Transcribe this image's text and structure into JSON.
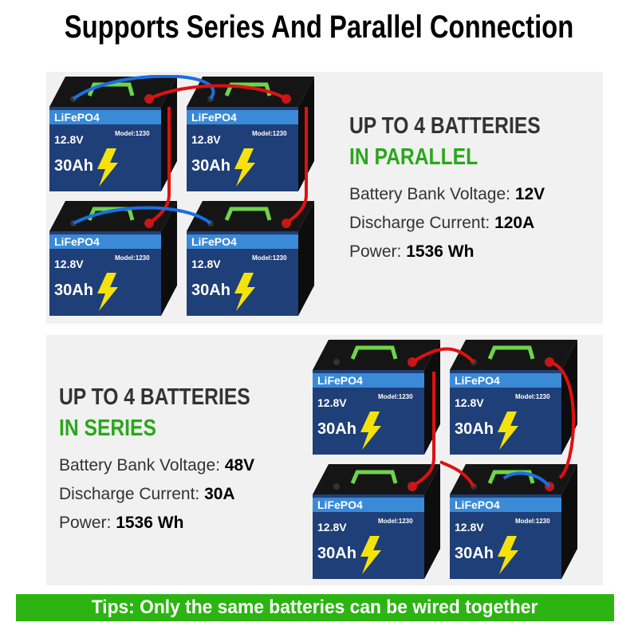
{
  "title": "Supports Series And Parallel Connection",
  "battery_label": {
    "chemistry": "LiFePO4",
    "voltage": "12.8V",
    "capacity": "30Ah",
    "model": "Model:1230"
  },
  "parallel": {
    "heading1": "UP TO 4 BATTERIES",
    "heading2": "IN PARALLEL",
    "voltage_label": "Battery Bank Voltage:",
    "voltage": "12V",
    "current_label": "Discharge Current:",
    "current": "120A",
    "power_label": "Power:",
    "power": "1536 Wh"
  },
  "series": {
    "heading1": "UP TO 4 BATTERIES",
    "heading2": "IN SERIES",
    "voltage_label": "Battery Bank Voltage:",
    "voltage": "48V",
    "current_label": "Discharge Current:",
    "current": "30A",
    "power_label": "Power:",
    "power": "1536 Wh"
  },
  "tips": "Tips: Only the same batteries can be wired together",
  "colors": {
    "accent_green": "#2cb412",
    "heading_green": "#2aa71c",
    "cable_red": "#e01010",
    "cable_blue": "#1a6fe0",
    "battery_blue": "#1f3f78"
  }
}
